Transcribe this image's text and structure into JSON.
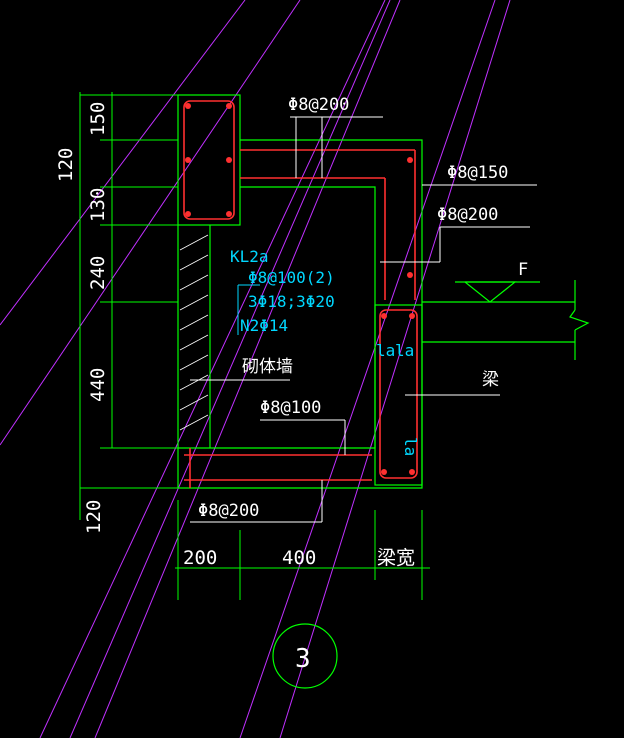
{
  "dims_left": [
    "150",
    "130",
    "240",
    "440"
  ],
  "dims_far_left": [
    "120",
    "120"
  ],
  "dims_bottom": [
    "200",
    "400"
  ],
  "beam_width_label": "梁宽",
  "rebar_labels": {
    "top": "Φ8@200",
    "right_upper": "Φ8@150",
    "right_lower": "Φ8@200",
    "bottom_inner": "Φ8@100",
    "bottom_outer": "Φ8@200"
  },
  "beam_spec": {
    "name": "KL2a",
    "stirrup": "Φ8@100(2)",
    "bars": "3Φ18;3Φ20",
    "side": "N2Φ14"
  },
  "wall_label": "砌体墙",
  "beam_label": "梁",
  "level_label": "F",
  "anchor_labels": [
    "la",
    "la",
    "la"
  ],
  "detail_number": "3",
  "colors": {
    "background": "#000000",
    "outline": "#00ff00",
    "rebar": "#ff3030",
    "dimension": "#ffffff",
    "beam_text": "#00d7ff",
    "construction": "#c030ff"
  }
}
